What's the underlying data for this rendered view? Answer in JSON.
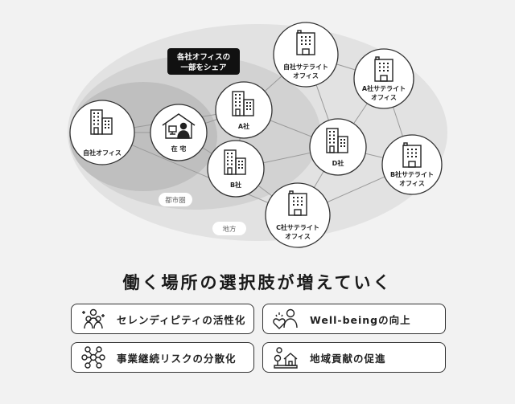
{
  "callout": {
    "line1": "各社オフィスの",
    "line2": "一部をシェア"
  },
  "areas": {
    "urban": "都市圏",
    "regional": "地方"
  },
  "nodes": [
    {
      "id": "own",
      "line1": "自社オフィス",
      "line2": "",
      "icon": "office-buildings-icon"
    },
    {
      "id": "home",
      "line1": "在 宅",
      "line2": "",
      "icon": "home-work-icon"
    },
    {
      "id": "a",
      "line1": "A社",
      "line2": "",
      "icon": "office-buildings-icon"
    },
    {
      "id": "b",
      "line1": "B社",
      "line2": "",
      "icon": "office-buildings-icon"
    },
    {
      "id": "ownsat",
      "line1": "自社サテライト",
      "line2": "オフィス",
      "icon": "building-icon"
    },
    {
      "id": "asat",
      "line1": "A社サテライト",
      "line2": "オフィス",
      "icon": "building-icon"
    },
    {
      "id": "d",
      "line1": "D社",
      "line2": "",
      "icon": "office-buildings-icon"
    },
    {
      "id": "bsat",
      "line1": "B社サテライト",
      "line2": "オフィス",
      "icon": "building-icon"
    },
    {
      "id": "csat",
      "line1": "C社サテライト",
      "line2": "オフィス",
      "icon": "building-icon"
    }
  ],
  "edges": [
    [
      "own",
      "a"
    ],
    [
      "own",
      "home"
    ],
    [
      "own",
      "csat"
    ],
    [
      "home",
      "a"
    ],
    [
      "home",
      "b"
    ],
    [
      "a",
      "b"
    ],
    [
      "a",
      "ownsat"
    ],
    [
      "a",
      "d"
    ],
    [
      "ownsat",
      "asat"
    ],
    [
      "ownsat",
      "d"
    ],
    [
      "asat",
      "d"
    ],
    [
      "asat",
      "bsat"
    ],
    [
      "d",
      "bsat"
    ],
    [
      "d",
      "b"
    ],
    [
      "d",
      "csat"
    ],
    [
      "b",
      "csat"
    ],
    [
      "bsat",
      "csat"
    ]
  ],
  "headline": "働く場所の選択肢が増えていく",
  "benefits": [
    {
      "label": "セレンディピティの活性化",
      "icon": "people-sparkle-icon"
    },
    {
      "label": "Well-beingの向上",
      "icon": "heart-person-icon"
    },
    {
      "label": "事業継続リスクの分散化",
      "icon": "network-nodes-icon"
    },
    {
      "label": "地域貢献の促進",
      "icon": "community-house-icon"
    }
  ]
}
